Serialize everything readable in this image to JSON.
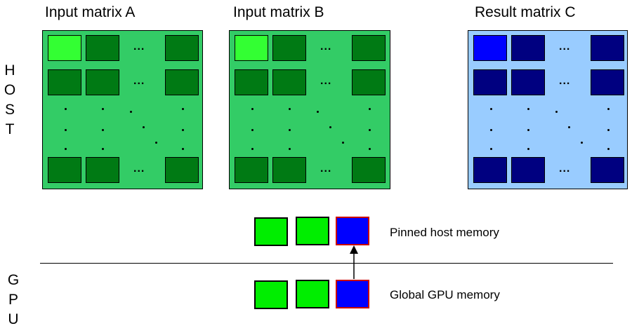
{
  "labels": {
    "matrix_a": "Input matrix A",
    "matrix_b": "Input matrix B",
    "matrix_c": "Result matrix C",
    "host": [
      "H",
      "O",
      "S",
      "T"
    ],
    "gpu": [
      "G",
      "P",
      "U"
    ],
    "pinned": "Pinned host memory",
    "global": "Global GPU memory",
    "ellipsis": "..."
  },
  "colors": {
    "green_matrix_bg": "#33cc66",
    "green_cell": "#007a14",
    "green_highlight": "#33ff33",
    "blue_matrix_bg": "#99ccff",
    "blue_cell": "#000080",
    "blue_highlight": "#0000ff",
    "mem_green": "#00ee00",
    "mem_blue": "#0000ff",
    "mem_blue_border": "#cc0000"
  }
}
